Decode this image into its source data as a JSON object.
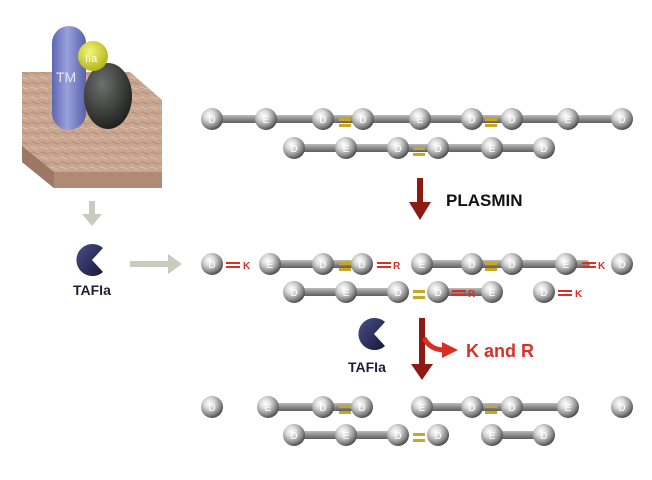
{
  "labels": {
    "tm": "TM",
    "iia": "IIa",
    "plasmin": "PLASMIN",
    "tafia_left": "TAFIa",
    "tafia_mid": "TAFIa",
    "k_and_r": "K and R",
    "lysine": "K",
    "arginine": "R"
  },
  "domains": {
    "d": "D",
    "e": "E"
  },
  "colors": {
    "tm_body": "#7e86c9",
    "thrombin_yellow": "#d6d62a",
    "thrombin_dark": "#3a3d3a",
    "membrane_top": "#c7a48e",
    "membrane_side": "#b98f78",
    "tafia_icon": "#2a2e5a",
    "plasmin_arrow": "#8e1a14",
    "residue_red": "#d93025",
    "crosslink_gold": "#c8a626",
    "rod_gray": "#8e8e8e",
    "gray_arrow": "#c9cbbf"
  },
  "icons": {
    "tafia": "pacman-icon",
    "process_arrow": "arrow-down-icon",
    "release_arrow": "arrow-right-icon"
  }
}
